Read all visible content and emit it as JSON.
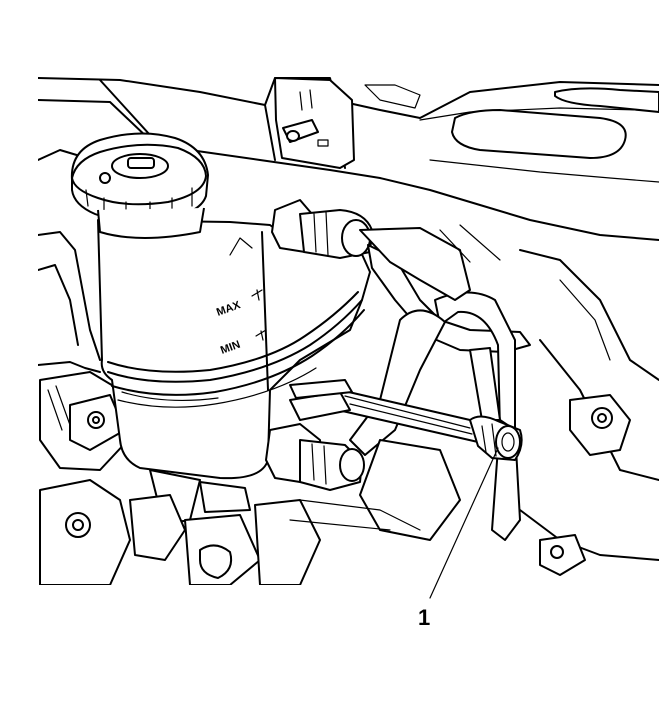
{
  "diagram": {
    "callouts": [
      {
        "number": "1"
      }
    ],
    "reservoir_marks": {
      "max": "MAX",
      "min": "MIN"
    }
  }
}
